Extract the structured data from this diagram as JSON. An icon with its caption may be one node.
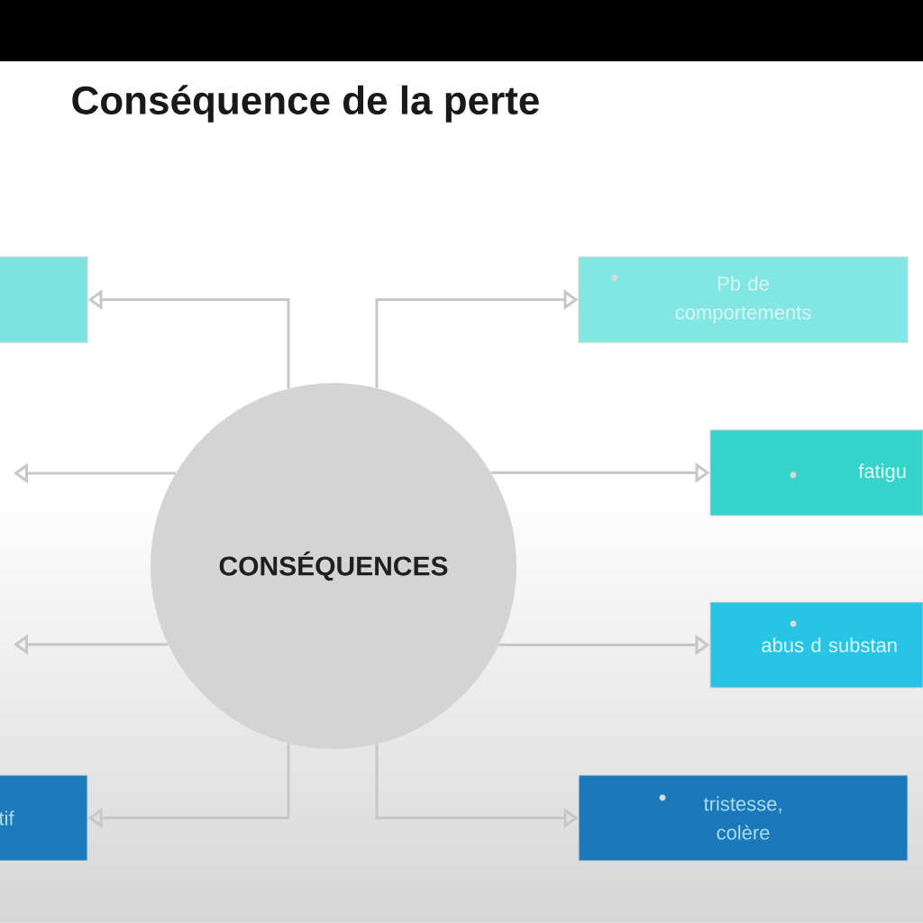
{
  "diagram": {
    "title": "Conséquence de la perte",
    "nodes": [
      {
        "text": [
          "CONSÉQUENCES"
        ]
      },
      {
        "text": [],
        "shape": "box"
      },
      {
        "text": [
          "Pb de comportements"
        ]
      },
      {
        "text": [
          "fatigu"
        ]
      },
      {
        "text": [
          "abus d substan"
        ]
      },
      {
        "text": [
          "tif"
        ]
      },
      {
        "text": [
          "tristesse, colère"
        ]
      }
    ],
    "edges": [
      {
        "from": 0,
        "to": 1,
        "arrow": "to"
      },
      {
        "from": 0,
        "to": 2,
        "arrow": "to"
      },
      {
        "from": 0,
        "to": null,
        "arrow": "to"
      },
      {
        "from": 0,
        "to": 3,
        "arrow": "to"
      },
      {
        "from": 0,
        "to": null,
        "arrow": "to"
      },
      {
        "from": 0,
        "to": 4,
        "arrow": "to"
      },
      {
        "from": 0,
        "to": 5,
        "arrow": "to"
      },
      {
        "from": 0,
        "to": 6,
        "arrow": "to"
      }
    ]
  }
}
